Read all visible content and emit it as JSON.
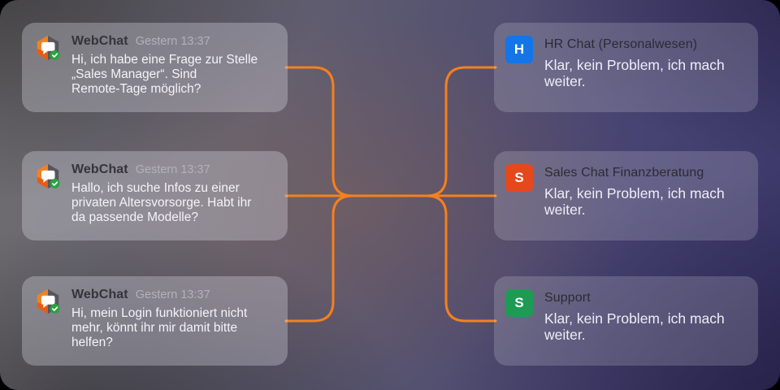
{
  "connectors": {
    "color": "#f5801d"
  },
  "incoming_cards": [
    {
      "source": "WebChat",
      "timestamp": "Gestern 13:37",
      "message": "Hi, ich habe eine Frage zur Stelle\n„Sales Manager“. Sind\nRemote-Tage möglich?"
    },
    {
      "source": "WebChat",
      "timestamp": "Gestern 13:37",
      "message": "Hallo, ich suche Infos zu einer\nprivaten Altersvorsorge. Habt ihr\nda passende Modelle?"
    },
    {
      "source": "WebChat",
      "timestamp": "Gestern 13:37",
      "message": "Hi, mein Login funktioniert nicht\nmehr, könnt ihr mir damit bitte\nhelfen?"
    }
  ],
  "channel_cards": [
    {
      "initial": "H",
      "badge_color": "#1375e8",
      "title": "HR Chat (Personalwesen)",
      "reply": "Klar, kein Problem, ich mach\nweiter."
    },
    {
      "initial": "S",
      "badge_color": "#e5481d",
      "title": "Sales Chat Finanzberatung",
      "reply": "Klar, kein Problem, ich mach\nweiter."
    },
    {
      "initial": "S",
      "badge_color": "#1d9b55",
      "title": "Support",
      "reply": "Klar, kein Problem, ich mach\nweiter."
    }
  ],
  "icons": {
    "webchat": "webchat-bot-cube-icon",
    "status": "online-check-icon"
  }
}
